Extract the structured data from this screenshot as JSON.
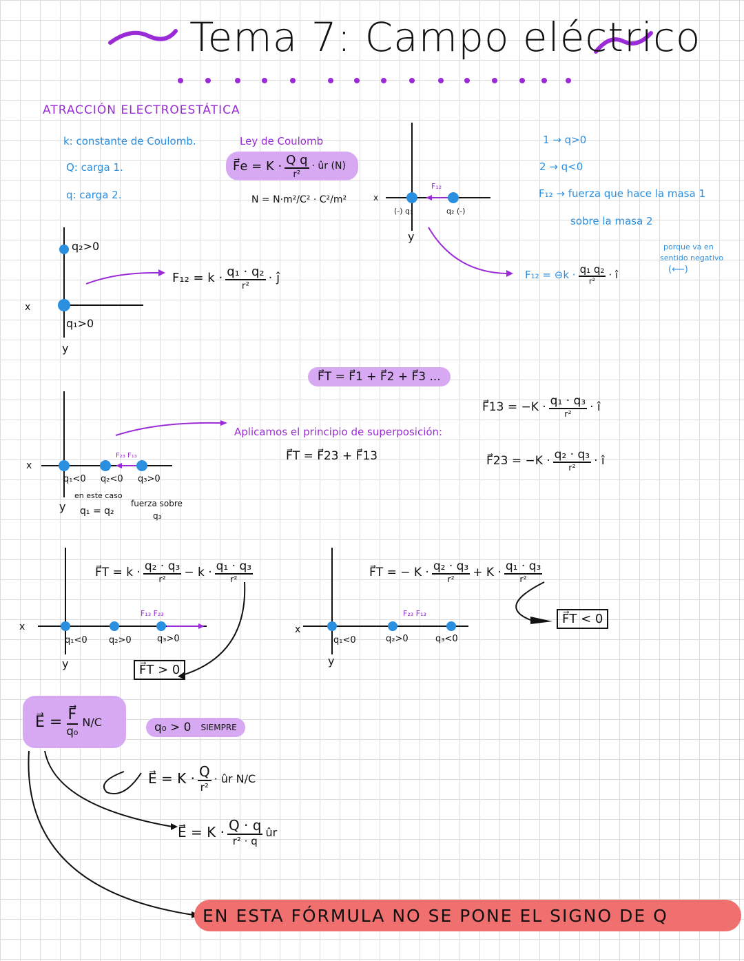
{
  "header": {
    "title": "Tema 7: Campo eléctrico"
  },
  "section": {
    "heading": "ATRACCIÓN ELECTROESTÁTICA"
  },
  "definitions": {
    "k": "k: constante de Coulomb.",
    "Q": "Q: carga 1.",
    "q": "q: carga 2."
  },
  "coulomb": {
    "label": "Ley de Coulomb",
    "formula_left": "F⃗e = K ·",
    "formula_num": "Q q",
    "formula_den": "r²",
    "formula_right": "· ûr (N)",
    "units": "N = N·m²/C² · C²/m²"
  },
  "notes_right": {
    "n1": "1 → q>0",
    "n2": "2 → q<0",
    "n3": "F₁₂ → fuerza que hace la masa 1",
    "n4": "sobre la masa 2",
    "n5": "porque va en",
    "n6": "sentido negativo",
    "n7": "(⟵)",
    "f12_left": "F₁₂ = ⊖k ·",
    "f12_num": "q₁ q₂",
    "f12_den": "r²",
    "f12_right": "· î"
  },
  "graph1": {
    "q2": "q₂>0",
    "q1": "q₁>0",
    "x": "x",
    "y": "y",
    "f_left": "F₁₂ = k ·",
    "f_num": "q₁ · q₂",
    "f_den": "r²",
    "f_right": "· ĵ"
  },
  "graph2": {
    "x": "x",
    "y": "y",
    "q1": "(-) q₁",
    "q2": "q₂ (-)",
    "f": "F₁₂"
  },
  "superposition": {
    "sum": "F⃗T = F⃗1 + F⃗2 + F⃗3 ...",
    "label": "Aplicamos el principio de superposición:",
    "ft": "F⃗T = F⃗23 + F⃗13",
    "f13_left": "F⃗13 = −K ·",
    "f13_num": "q₁ · q₃",
    "f13_den": "r²",
    "f13_right": "· î",
    "f23_left": "F⃗23 = −K ·",
    "f23_num": "q₂ · q₃",
    "f23_den": "r²",
    "f23_right": "· î"
  },
  "graph3": {
    "x": "x",
    "y": "y",
    "q1": "q₁<0",
    "q2": "q₂<0",
    "q3": "q₃>0",
    "forces": "F₂₃ F₁₃",
    "case": "en este caso",
    "equal": "q₁ = q₂",
    "brace": "fuerza sobre",
    "q3b": "q₃"
  },
  "graph4": {
    "x": "x",
    "y": "y",
    "q1": "q₁<0",
    "q2": "q₂>0",
    "q3": "q₃>0",
    "forces": "F₁₃ F₂₃",
    "ft_left": "F⃗T = k ·",
    "ft_num1": "q₂ · q₃",
    "ft_den1": "r²",
    "ft_mid": "− k ·",
    "ft_num2": "q₁ · q₃",
    "ft_den2": "r²",
    "result": "F⃗T > 0"
  },
  "graph5": {
    "x": "x",
    "y": "y",
    "q1": "q₁<0",
    "q2": "q₂>0",
    "q3": "q₃<0",
    "forces": "F₂₃ F₁₃",
    "ft_left": "F⃗T = − K ·",
    "ft_num1": "q₂ · q₃",
    "ft_den1": "r²",
    "ft_mid": "+ K ·",
    "ft_num2": "q₁ · q₃",
    "ft_den2": "r²",
    "result": "F⃗T < 0"
  },
  "field": {
    "e_def_left": "E⃗ =",
    "e_def_num": "F⃗",
    "e_def_den": "q₀",
    "e_units": "N/C",
    "q0": "q₀ > 0",
    "always": "SIEMPRE",
    "e1_left": "E⃗ = K ·",
    "e1_num": "Q",
    "e1_den": "r²",
    "e1_right": "· ûr N/C",
    "e2_left": "E⃗ = K ·",
    "e2_num": "Q · q",
    "e2_den": "r² · q",
    "e2_right": "ûr",
    "warning": "EN ESTA FÓRMULA NO SE PONE EL SIGNO DE Q"
  },
  "colors": {
    "blue": "#2b8fe0",
    "purple": "#9b2bd6",
    "pill_purple": "#d8a9f3",
    "pill_red": "#f0706f"
  }
}
